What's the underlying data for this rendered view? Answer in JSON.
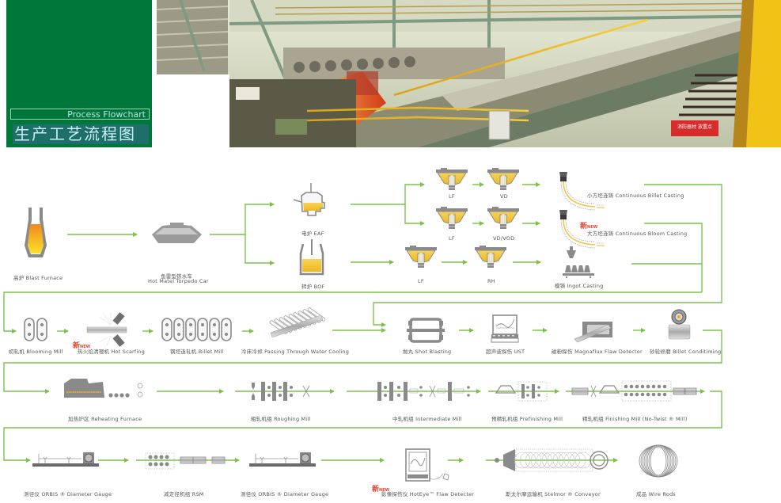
{
  "header": {
    "title_en": "Process Flowchart",
    "title_cn": "生产工艺流程图",
    "photo": "steel-mill-interior-photo",
    "sign_text": "消防器材 放置点"
  },
  "colors": {
    "brand_green": "#00773a",
    "flow_line": "#7cc24a",
    "icon_gray": "#8a8a8a",
    "molten_yellow": "#f4c22b",
    "molten_orange": "#f08a1c",
    "new_badge": "#e8452a"
  },
  "badge": {
    "new_cn": "新",
    "new_en": "NEW"
  },
  "steps": {
    "blast_furnace": "高炉 Blast Furnace",
    "torpedo_cn": "鱼雷型铁水车",
    "torpedo_en": "Hot Matel Torpedo Car",
    "eaf": "电炉 EAF",
    "bof": "转炉 BOF",
    "lf_1": "LF",
    "vd": "VD",
    "lf_2": "LF",
    "vd_vod": "VD/VOD",
    "lf_3": "LF",
    "rh": "RH",
    "billet_casting": "小方坯连铸 Continuous Billet Casting",
    "bloom_casting": "大方坯连铸 Continuous Bloom Casting",
    "ingot_casting": "模铸 Ingot Casting",
    "blooming_mill": "初轧机 Blooming Mill",
    "hot_scarfing": "热火焰清理机 Hot Scarfing",
    "billet_mill": "钢坯连轧机 Billet Mill",
    "water_cooling": "冷床冷却 Passing Through Water Cooling",
    "shot_blasting": "抛丸 Shot Blasting",
    "ust": "超声波探伤 UST",
    "magnaflux": "磁粉探伤 Magnaflux Flaw Detector",
    "billet_conditioning": "砂轮修磨 Billet Conditiming",
    "reheating_furnace": "加热炉区 Reheating Furnace",
    "roughing_mill": "粗轧机组 Roughing Mill",
    "intermediate_mill": "中轧机组 Intermediate Mill",
    "prefinishing_mill": "预精轧机组 Prefinishing Mill",
    "finishing_mill": "精轧机组 Finishing Mill (No-Twist ® Mill)",
    "diameter_gauge_1": "测径仪 ORBIS ® Diameter Gauge",
    "rsm": "减定径机组 RSM",
    "diameter_gauge_2": "测径仪 ORBIS ® Diameter Gauge",
    "hoteye": "影像探伤仪 HotEye™ Flaw Detecter",
    "stelmor": "斯太尔摩运输机 Stelmor ® Conveyor",
    "wire_rods": "成品 Wire Rods"
  }
}
